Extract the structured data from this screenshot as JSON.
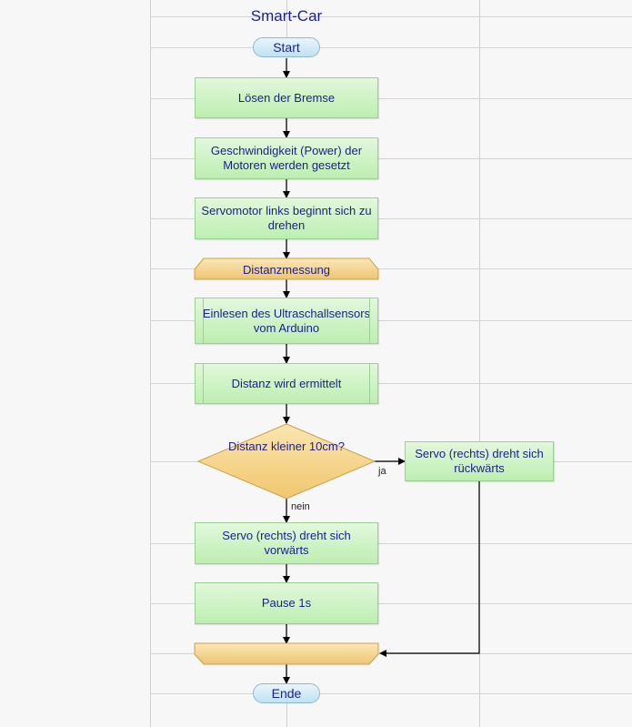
{
  "title": "Smart-Car",
  "start": "Start",
  "end": "Ende",
  "steps": {
    "release_brake": "Lösen der Bremse",
    "set_speed": "Geschwindigkeit (Power) der Motoren werden gesetzt",
    "servo_left": "Servomotor links beginnt sich zu drehen",
    "read_sensor": "Einlesen des Ultraschallsensors vom Arduino",
    "distance": "Distanz wird ermittelt",
    "servo_backward": "Servo (rechts) dreht sich rückwärts",
    "servo_forward": "Servo (rechts) dreht sich vorwärts",
    "pause": "Pause 1s"
  },
  "loop_start": "Distanzmessung",
  "decision": {
    "question": "Distanz kleiner 10cm?",
    "yes_label": "ja",
    "no_label": "nein"
  },
  "colors": {
    "process_fill": "#c6f0bb",
    "loop_fill": "#f3d08a",
    "decision_fill": "#f5d48c",
    "terminal_fill": "#cde9f5",
    "text": "#1b1f8c"
  }
}
